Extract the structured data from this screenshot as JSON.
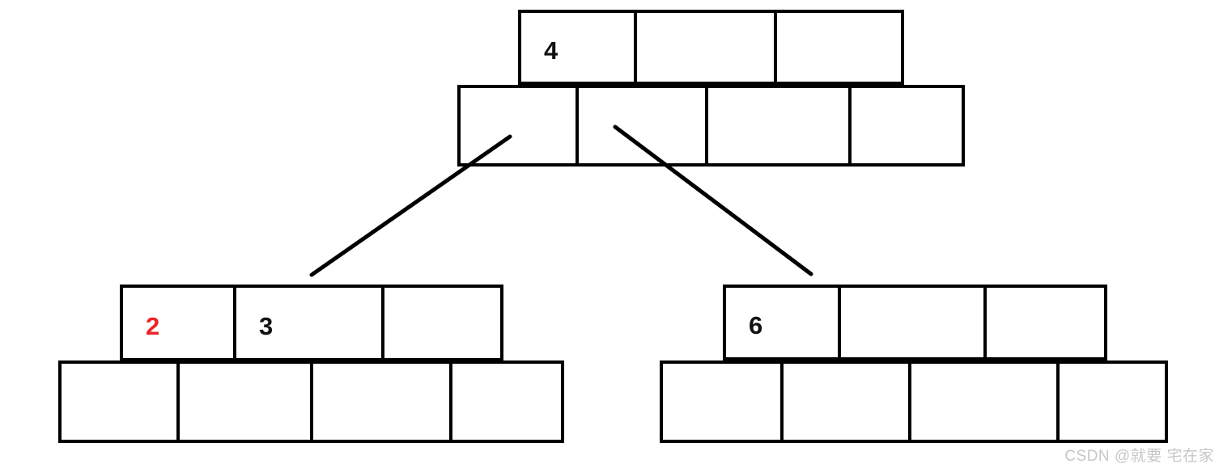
{
  "diagram": {
    "type": "b-tree-node-split",
    "colors": {
      "border": "#000000",
      "key_text": "#111111",
      "highlight_key": "#ee2224",
      "watermark": "#c7c7c7"
    },
    "nodes": [
      {
        "name": "root",
        "keys": [
          {
            "text": "4",
            "highlight": false
          },
          {
            "text": "",
            "highlight": false
          },
          {
            "text": "",
            "highlight": false
          }
        ],
        "pointers": [
          "",
          "",
          "",
          ""
        ]
      },
      {
        "name": "left-child",
        "keys": [
          {
            "text": "2",
            "highlight": true
          },
          {
            "text": "3",
            "highlight": false
          },
          {
            "text": "",
            "highlight": false
          }
        ],
        "pointers": [
          "",
          "",
          "",
          ""
        ]
      },
      {
        "name": "right-child",
        "keys": [
          {
            "text": "6",
            "highlight": false
          },
          {
            "text": "",
            "highlight": false
          },
          {
            "text": "",
            "highlight": false
          }
        ],
        "pointers": [
          "",
          "",
          "",
          ""
        ]
      }
    ],
    "edges": [
      {
        "from": "root-pointer-0",
        "to": "left-child"
      },
      {
        "from": "root-pointer-1",
        "to": "right-child"
      }
    ],
    "watermark": "CSDN @就要 宅在家"
  }
}
